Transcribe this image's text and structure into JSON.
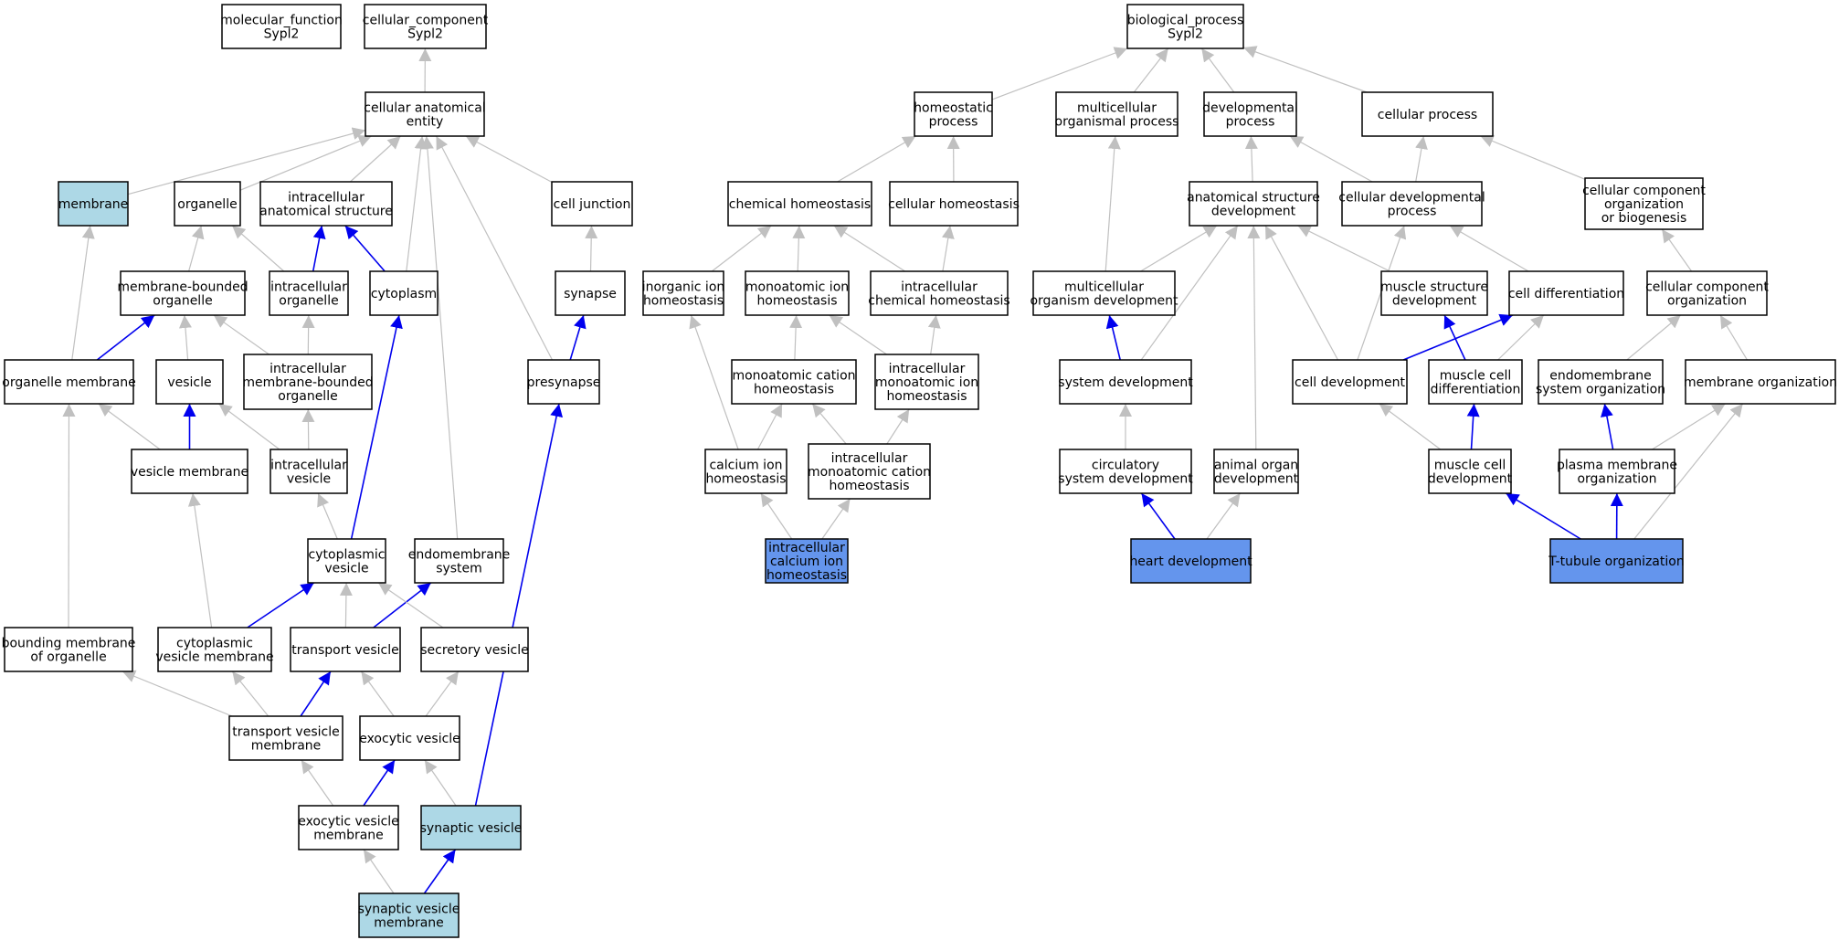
{
  "colors": {
    "edge_is_a": "#c0c0c0",
    "edge_part_of": "#0000ee",
    "node_fill": "#ffffff",
    "node_direct_annotation": "#add8e6",
    "node_highlighted": "#6495ed"
  },
  "nodes": [
    {
      "id": "mf",
      "lines": [
        "molecular_function",
        "Sypl2"
      ],
      "style": "plain"
    },
    {
      "id": "cc",
      "lines": [
        "cellular_component",
        "Sypl2"
      ],
      "style": "plain"
    },
    {
      "id": "cae",
      "lines": [
        "cellular anatomical",
        "entity"
      ],
      "style": "plain"
    },
    {
      "id": "membrane",
      "lines": [
        "membrane"
      ],
      "style": "annotated"
    },
    {
      "id": "organelle",
      "lines": [
        "organelle"
      ],
      "style": "plain"
    },
    {
      "id": "ias",
      "lines": [
        "intracellular",
        "anatomical structure"
      ],
      "style": "plain"
    },
    {
      "id": "celljunction",
      "lines": [
        "cell junction"
      ],
      "style": "plain"
    },
    {
      "id": "mbo",
      "lines": [
        "membrane-bounded",
        "organelle"
      ],
      "style": "plain"
    },
    {
      "id": "io",
      "lines": [
        "intracellular",
        "organelle"
      ],
      "style": "plain"
    },
    {
      "id": "cytoplasm",
      "lines": [
        "cytoplasm"
      ],
      "style": "plain"
    },
    {
      "id": "synapse",
      "lines": [
        "synapse"
      ],
      "style": "plain"
    },
    {
      "id": "orgmem",
      "lines": [
        "organelle membrane"
      ],
      "style": "plain"
    },
    {
      "id": "vesicle",
      "lines": [
        "vesicle"
      ],
      "style": "plain"
    },
    {
      "id": "imbo",
      "lines": [
        "intracellular",
        "membrane-bounded",
        "organelle"
      ],
      "style": "plain"
    },
    {
      "id": "presynapse",
      "lines": [
        "presynapse"
      ],
      "style": "plain"
    },
    {
      "id": "vesmem",
      "lines": [
        "vesicle membrane"
      ],
      "style": "plain"
    },
    {
      "id": "ivesicle",
      "lines": [
        "intracellular",
        "vesicle"
      ],
      "style": "plain"
    },
    {
      "id": "cytoves",
      "lines": [
        "cytoplasmic",
        "vesicle"
      ],
      "style": "plain"
    },
    {
      "id": "endomem",
      "lines": [
        "endomembrane",
        "system"
      ],
      "style": "plain"
    },
    {
      "id": "bmo",
      "lines": [
        "bounding membrane",
        "of organelle"
      ],
      "style": "plain"
    },
    {
      "id": "cvm",
      "lines": [
        "cytoplasmic",
        "vesicle membrane"
      ],
      "style": "plain"
    },
    {
      "id": "transves",
      "lines": [
        "transport vesicle"
      ],
      "style": "plain"
    },
    {
      "id": "secves",
      "lines": [
        "secretory vesicle"
      ],
      "style": "plain"
    },
    {
      "id": "tvm",
      "lines": [
        "transport vesicle",
        "membrane"
      ],
      "style": "plain"
    },
    {
      "id": "exoves",
      "lines": [
        "exocytic vesicle"
      ],
      "style": "plain"
    },
    {
      "id": "evm",
      "lines": [
        "exocytic vesicle",
        "membrane"
      ],
      "style": "plain"
    },
    {
      "id": "synves",
      "lines": [
        "synaptic vesicle"
      ],
      "style": "annotated"
    },
    {
      "id": "svm",
      "lines": [
        "synaptic vesicle",
        "membrane"
      ],
      "style": "annotated"
    },
    {
      "id": "bp",
      "lines": [
        "biological_process",
        "Sypl2"
      ],
      "style": "plain"
    },
    {
      "id": "homeo",
      "lines": [
        "homeostatic",
        "process"
      ],
      "style": "plain"
    },
    {
      "id": "multiproc",
      "lines": [
        "multicellular",
        "organismal process"
      ],
      "style": "plain"
    },
    {
      "id": "devproc",
      "lines": [
        "developmental",
        "process"
      ],
      "style": "plain"
    },
    {
      "id": "cellproc",
      "lines": [
        "cellular process"
      ],
      "style": "plain"
    },
    {
      "id": "chemhomeo",
      "lines": [
        "chemical homeostasis"
      ],
      "style": "plain"
    },
    {
      "id": "cellhomeo",
      "lines": [
        "cellular homeostasis"
      ],
      "style": "plain"
    },
    {
      "id": "asd",
      "lines": [
        "anatomical structure",
        "development"
      ],
      "style": "plain"
    },
    {
      "id": "cdp",
      "lines": [
        "cellular developmental",
        "process"
      ],
      "style": "plain"
    },
    {
      "id": "ccob",
      "lines": [
        "cellular component",
        "organization",
        "or biogenesis"
      ],
      "style": "plain"
    },
    {
      "id": "inorghomeo",
      "lines": [
        "inorganic ion",
        "homeostasis"
      ],
      "style": "plain"
    },
    {
      "id": "monohomeo",
      "lines": [
        "monoatomic ion",
        "homeostasis"
      ],
      "style": "plain"
    },
    {
      "id": "icchemhomeo",
      "lines": [
        "intracellular",
        "chemical homeostasis"
      ],
      "style": "plain"
    },
    {
      "id": "mod",
      "lines": [
        "multicellular",
        "organism development"
      ],
      "style": "plain"
    },
    {
      "id": "msd",
      "lines": [
        "muscle structure",
        "development"
      ],
      "style": "plain"
    },
    {
      "id": "celldiff",
      "lines": [
        "cell differentiation"
      ],
      "style": "plain"
    },
    {
      "id": "cco",
      "lines": [
        "cellular component",
        "organization"
      ],
      "style": "plain"
    },
    {
      "id": "mcathomeo",
      "lines": [
        "monoatomic cation",
        "homeostasis"
      ],
      "style": "plain"
    },
    {
      "id": "imonohomeo",
      "lines": [
        "intracellular",
        "monoatomic ion",
        "homeostasis"
      ],
      "style": "plain"
    },
    {
      "id": "sysdev",
      "lines": [
        "system development"
      ],
      "style": "plain"
    },
    {
      "id": "celldev",
      "lines": [
        "cell development"
      ],
      "style": "plain"
    },
    {
      "id": "mcdiff",
      "lines": [
        "muscle cell",
        "differentiation"
      ],
      "style": "plain"
    },
    {
      "id": "endoorg",
      "lines": [
        "endomembrane",
        "system organization"
      ],
      "style": "plain"
    },
    {
      "id": "memorg",
      "lines": [
        "membrane organization"
      ],
      "style": "plain"
    },
    {
      "id": "cahomeo",
      "lines": [
        "calcium ion",
        "homeostasis"
      ],
      "style": "plain"
    },
    {
      "id": "imcathomeo",
      "lines": [
        "intracellular",
        "monoatomic cation",
        "homeostasis"
      ],
      "style": "plain"
    },
    {
      "id": "circdev",
      "lines": [
        "circulatory",
        "system development"
      ],
      "style": "plain"
    },
    {
      "id": "aod",
      "lines": [
        "animal organ",
        "development"
      ],
      "style": "plain"
    },
    {
      "id": "mcdev",
      "lines": [
        "muscle cell",
        "development"
      ],
      "style": "plain"
    },
    {
      "id": "pmorg",
      "lines": [
        "plasma membrane",
        "organization"
      ],
      "style": "plain"
    },
    {
      "id": "icahomeo",
      "lines": [
        "intracellular",
        "calcium ion",
        "homeostasis"
      ],
      "style": "highlighted"
    },
    {
      "id": "heartdev",
      "lines": [
        "heart development"
      ],
      "style": "highlighted"
    },
    {
      "id": "ttub",
      "lines": [
        "T-tubule organization"
      ],
      "style": "highlighted"
    }
  ],
  "edges": [
    {
      "from": "cae",
      "to": "cc",
      "type": "is_a"
    },
    {
      "from": "membrane",
      "to": "cae",
      "type": "is_a"
    },
    {
      "from": "organelle",
      "to": "cae",
      "type": "is_a"
    },
    {
      "from": "ias",
      "to": "cae",
      "type": "is_a"
    },
    {
      "from": "cytoplasm",
      "to": "cae",
      "type": "is_a"
    },
    {
      "from": "endomem",
      "to": "cae",
      "type": "is_a"
    },
    {
      "from": "presynapse",
      "to": "cae",
      "type": "is_a"
    },
    {
      "from": "celljunction",
      "to": "cae",
      "type": "is_a"
    },
    {
      "from": "synapse",
      "to": "celljunction",
      "type": "is_a"
    },
    {
      "from": "presynapse",
      "to": "synapse",
      "type": "part_of"
    },
    {
      "from": "mbo",
      "to": "organelle",
      "type": "is_a"
    },
    {
      "from": "io",
      "to": "organelle",
      "type": "is_a"
    },
    {
      "from": "io",
      "to": "ias",
      "type": "part_of"
    },
    {
      "from": "cytoplasm",
      "to": "ias",
      "type": "part_of"
    },
    {
      "from": "orgmem",
      "to": "membrane",
      "type": "is_a"
    },
    {
      "from": "orgmem",
      "to": "mbo",
      "type": "part_of"
    },
    {
      "from": "vesicle",
      "to": "mbo",
      "type": "is_a"
    },
    {
      "from": "imbo",
      "to": "mbo",
      "type": "is_a"
    },
    {
      "from": "imbo",
      "to": "io",
      "type": "is_a"
    },
    {
      "from": "vesmem",
      "to": "orgmem",
      "type": "is_a"
    },
    {
      "from": "vesmem",
      "to": "vesicle",
      "type": "part_of"
    },
    {
      "from": "ivesicle",
      "to": "vesicle",
      "type": "is_a"
    },
    {
      "from": "ivesicle",
      "to": "imbo",
      "type": "is_a"
    },
    {
      "from": "cytoves",
      "to": "ivesicle",
      "type": "is_a"
    },
    {
      "from": "cytoves",
      "to": "cytoplasm",
      "type": "part_of"
    },
    {
      "from": "bmo",
      "to": "orgmem",
      "type": "is_a"
    },
    {
      "from": "cvm",
      "to": "vesmem",
      "type": "is_a"
    },
    {
      "from": "cvm",
      "to": "cytoves",
      "type": "part_of"
    },
    {
      "from": "transves",
      "to": "cytoves",
      "type": "is_a"
    },
    {
      "from": "transves",
      "to": "endomem",
      "type": "part_of"
    },
    {
      "from": "secves",
      "to": "cytoves",
      "type": "is_a"
    },
    {
      "from": "tvm",
      "to": "bmo",
      "type": "is_a"
    },
    {
      "from": "tvm",
      "to": "cvm",
      "type": "is_a"
    },
    {
      "from": "tvm",
      "to": "transves",
      "type": "part_of"
    },
    {
      "from": "exoves",
      "to": "transves",
      "type": "is_a"
    },
    {
      "from": "exoves",
      "to": "secves",
      "type": "is_a"
    },
    {
      "from": "evm",
      "to": "tvm",
      "type": "is_a"
    },
    {
      "from": "evm",
      "to": "exoves",
      "type": "part_of"
    },
    {
      "from": "synves",
      "to": "exoves",
      "type": "is_a"
    },
    {
      "from": "synves",
      "to": "presynapse",
      "type": "part_of"
    },
    {
      "from": "svm",
      "to": "evm",
      "type": "is_a"
    },
    {
      "from": "svm",
      "to": "synves",
      "type": "part_of"
    },
    {
      "from": "homeo",
      "to": "bp",
      "type": "is_a"
    },
    {
      "from": "multiproc",
      "to": "bp",
      "type": "is_a"
    },
    {
      "from": "devproc",
      "to": "bp",
      "type": "is_a"
    },
    {
      "from": "cellproc",
      "to": "bp",
      "type": "is_a"
    },
    {
      "from": "chemhomeo",
      "to": "homeo",
      "type": "is_a"
    },
    {
      "from": "cellhomeo",
      "to": "homeo",
      "type": "is_a"
    },
    {
      "from": "asd",
      "to": "devproc",
      "type": "is_a"
    },
    {
      "from": "cdp",
      "to": "devproc",
      "type": "is_a"
    },
    {
      "from": "cdp",
      "to": "cellproc",
      "type": "is_a"
    },
    {
      "from": "ccob",
      "to": "cellproc",
      "type": "is_a"
    },
    {
      "from": "inorghomeo",
      "to": "chemhomeo",
      "type": "is_a"
    },
    {
      "from": "monohomeo",
      "to": "chemhomeo",
      "type": "is_a"
    },
    {
      "from": "icchemhomeo",
      "to": "chemhomeo",
      "type": "is_a"
    },
    {
      "from": "icchemhomeo",
      "to": "cellhomeo",
      "type": "is_a"
    },
    {
      "from": "mod",
      "to": "multiproc",
      "type": "is_a"
    },
    {
      "from": "mod",
      "to": "asd",
      "type": "is_a"
    },
    {
      "from": "msd",
      "to": "asd",
      "type": "is_a"
    },
    {
      "from": "celldiff",
      "to": "cdp",
      "type": "is_a"
    },
    {
      "from": "cco",
      "to": "ccob",
      "type": "is_a"
    },
    {
      "from": "mcathomeo",
      "to": "monohomeo",
      "type": "is_a"
    },
    {
      "from": "imonohomeo",
      "to": "monohomeo",
      "type": "is_a"
    },
    {
      "from": "imonohomeo",
      "to": "icchemhomeo",
      "type": "is_a"
    },
    {
      "from": "sysdev",
      "to": "mod",
      "type": "part_of"
    },
    {
      "from": "sysdev",
      "to": "asd",
      "type": "is_a"
    },
    {
      "from": "celldev",
      "to": "asd",
      "type": "is_a"
    },
    {
      "from": "celldev",
      "to": "cdp",
      "type": "is_a"
    },
    {
      "from": "celldev",
      "to": "celldiff",
      "type": "part_of"
    },
    {
      "from": "mcdiff",
      "to": "msd",
      "type": "part_of"
    },
    {
      "from": "mcdiff",
      "to": "celldiff",
      "type": "is_a"
    },
    {
      "from": "endoorg",
      "to": "cco",
      "type": "is_a"
    },
    {
      "from": "memorg",
      "to": "cco",
      "type": "is_a"
    },
    {
      "from": "cahomeo",
      "to": "mcathomeo",
      "type": "is_a"
    },
    {
      "from": "cahomeo",
      "to": "inorghomeo",
      "type": "is_a"
    },
    {
      "from": "imcathomeo",
      "to": "mcathomeo",
      "type": "is_a"
    },
    {
      "from": "imcathomeo",
      "to": "imonohomeo",
      "type": "is_a"
    },
    {
      "from": "circdev",
      "to": "sysdev",
      "type": "is_a"
    },
    {
      "from": "aod",
      "to": "asd",
      "type": "is_a"
    },
    {
      "from": "mcdev",
      "to": "celldev",
      "type": "is_a"
    },
    {
      "from": "mcdev",
      "to": "mcdiff",
      "type": "part_of"
    },
    {
      "from": "pmorg",
      "to": "endoorg",
      "type": "part_of"
    },
    {
      "from": "pmorg",
      "to": "memorg",
      "type": "is_a"
    },
    {
      "from": "icahomeo",
      "to": "cahomeo",
      "type": "is_a"
    },
    {
      "from": "icahomeo",
      "to": "imcathomeo",
      "type": "is_a"
    },
    {
      "from": "heartdev",
      "to": "circdev",
      "type": "part_of"
    },
    {
      "from": "heartdev",
      "to": "aod",
      "type": "is_a"
    },
    {
      "from": "ttub",
      "to": "mcdev",
      "type": "part_of"
    },
    {
      "from": "ttub",
      "to": "pmorg",
      "type": "part_of"
    },
    {
      "from": "ttub",
      "to": "memorg",
      "type": "is_a"
    }
  ]
}
